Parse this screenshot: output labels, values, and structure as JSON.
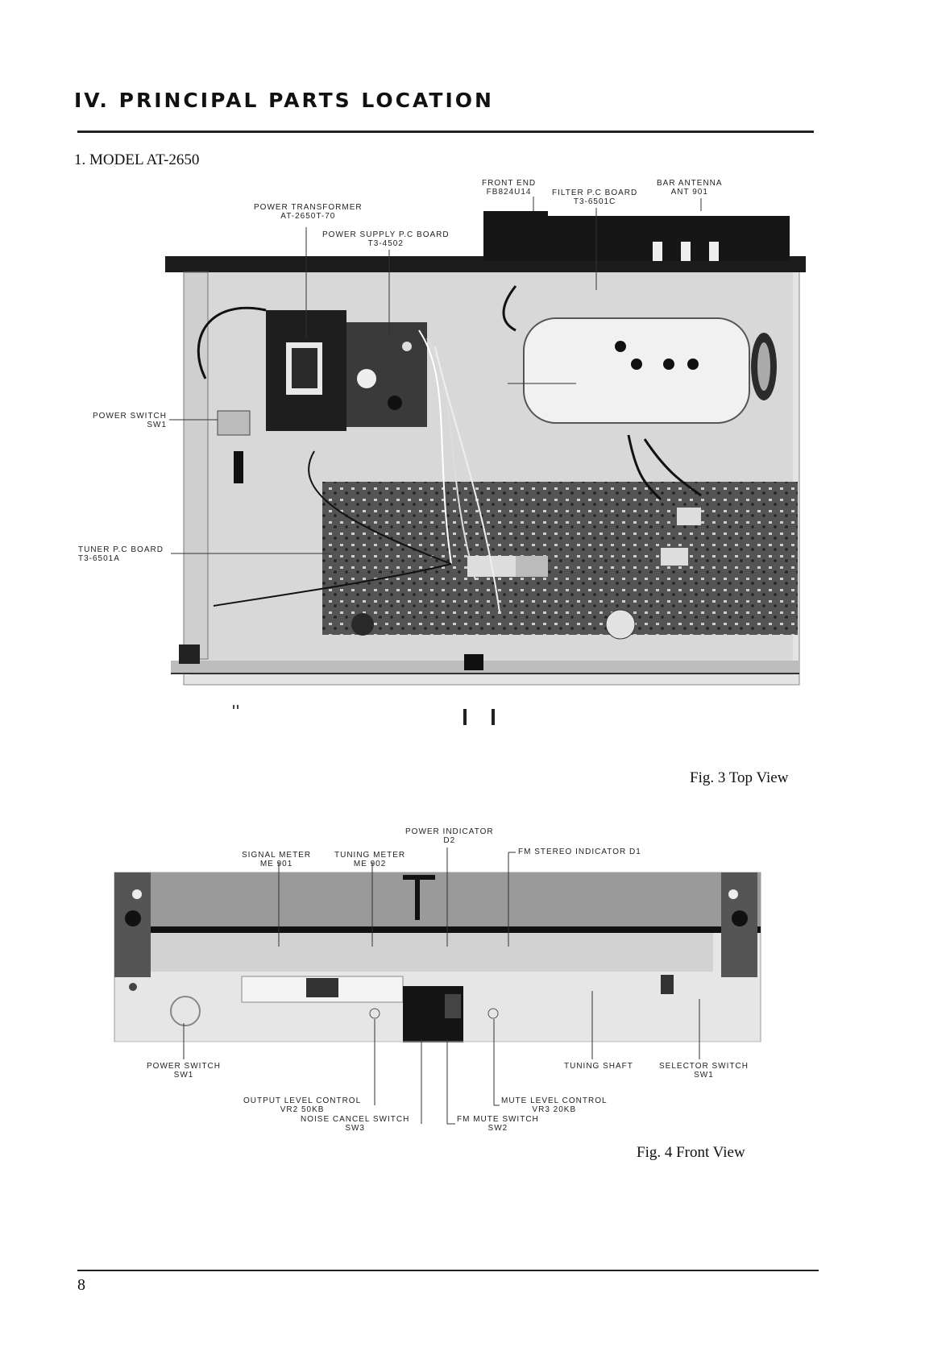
{
  "header": {
    "title": "IV. PRINCIPAL PARTS LOCATION",
    "section": "1. MODEL AT-2650"
  },
  "fig3": {
    "caption": "Fig. 3 Top View",
    "labels": {
      "front_end": "FRONT END",
      "front_end_code": "FB824U14",
      "filter_board": "FILTER P.C BOARD",
      "filter_board_code": "T3-6501C",
      "bar_antenna": "BAR ANTENNA",
      "bar_antenna_code": "ANT 901",
      "power_transformer": "POWER TRANSFORMER",
      "power_transformer_code": "AT-2650T-70",
      "power_supply_board": "POWER SUPPLY P.C BOARD",
      "power_supply_board_code": "T3-4502",
      "power_switch": "POWER SWITCH",
      "power_switch_code": "SW1",
      "tuner_board": "TUNER P.C BOARD",
      "tuner_board_code": "T3-6501A"
    }
  },
  "fig4": {
    "caption": "Fig. 4 Front View",
    "labels": {
      "power_indicator": "POWER INDICATOR",
      "power_indicator_code": "D2",
      "fm_stereo_indicator": "FM STEREO INDICATOR D1",
      "signal_meter": "SIGNAL METER",
      "signal_meter_code": "ME 901",
      "tuning_meter": "TUNING METER",
      "tuning_meter_code": "ME 902",
      "power_switch": "POWER SWITCH",
      "power_switch_code": "SW1",
      "tuning_shaft": "TUNING SHAFT",
      "selector_switch": "SELECTOR SWITCH",
      "selector_switch_code": "SW1",
      "output_level": "OUTPUT LEVEL CONTROL",
      "output_level_code": "VR2 50KB",
      "noise_cancel": "NOISE CANCEL SWITCH",
      "noise_cancel_code": "SW3",
      "mute_level": "MUTE LEVEL CONTROL",
      "mute_level_code": "VR3 20KB",
      "fm_mute": "FM MUTE SWITCH",
      "fm_mute_code": "SW2"
    }
  },
  "footer": {
    "page_number": "8"
  }
}
